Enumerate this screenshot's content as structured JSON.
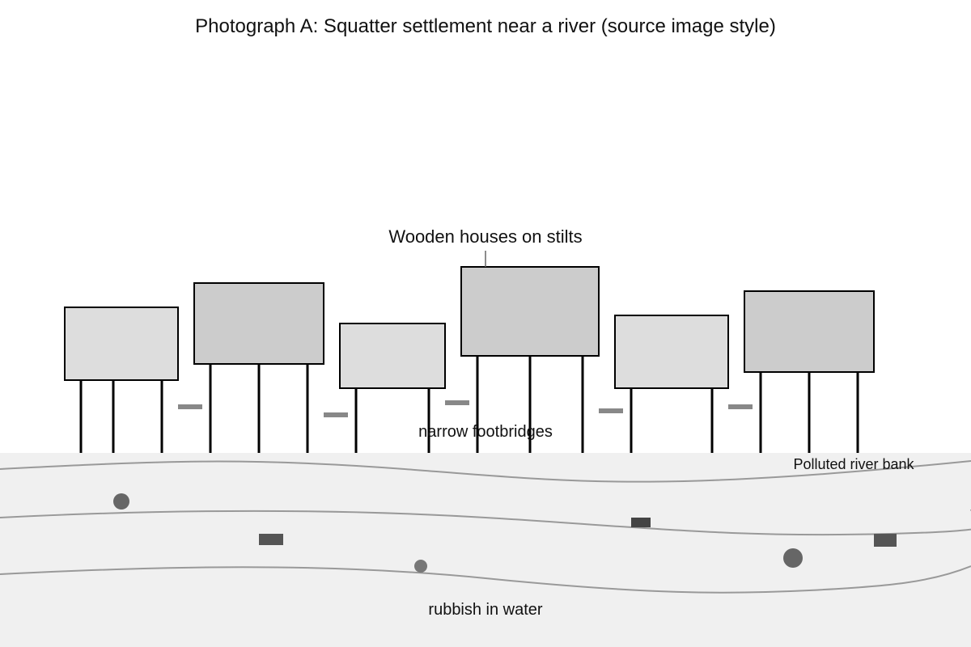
{
  "title": "Photograph A: Squatter settlement near a river (source image style)",
  "labels": {
    "houses": "Wooden houses on stilts",
    "footbridges": "narrow footbridges",
    "river_bank": "Polluted river bank",
    "rubbish": "rubbish in water"
  },
  "colors": {
    "background": "#ffffff",
    "river": "#f0f0f0",
    "house_light": "#dddddd",
    "house_dark": "#cccccc",
    "outline": "#000000",
    "footbridge": "#888888",
    "water_line": "#999999",
    "rubbish": "#555555"
  }
}
